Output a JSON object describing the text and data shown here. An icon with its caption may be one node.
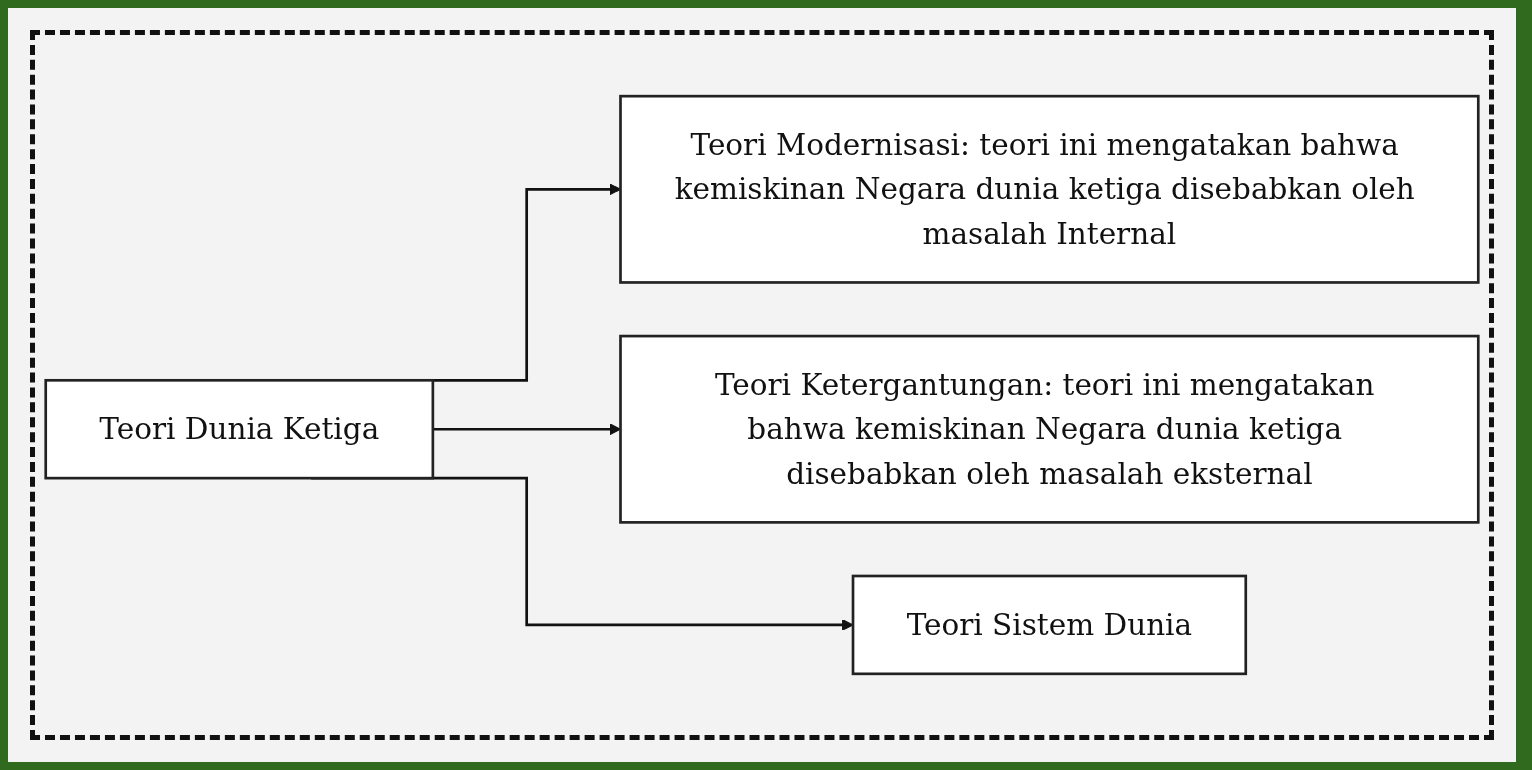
{
  "diagram": {
    "nodes": [
      {
        "text": [
          "Teori Dunia Ketiga"
        ]
      },
      {
        "text": [
          "Teori Modernisasi: teori ini mengatakan bahwa kemiskinan Negara dunia ketiga disebabkan oleh masalah Internal"
        ]
      },
      {
        "text": [
          "Teori Ketergantungan: teori ini mengatakan bahwa kemiskinan Negara dunia ketiga disebabkan oleh masalah eksternal"
        ]
      },
      {
        "text": [
          "Teori Sistem Dunia"
        ]
      }
    ],
    "edges": [
      {
        "from": 0,
        "to": 1,
        "arrow": "to"
      },
      {
        "from": 0,
        "to": 2,
        "arrow": "to"
      },
      {
        "from": 0,
        "to": 3,
        "arrow": "to"
      }
    ]
  }
}
